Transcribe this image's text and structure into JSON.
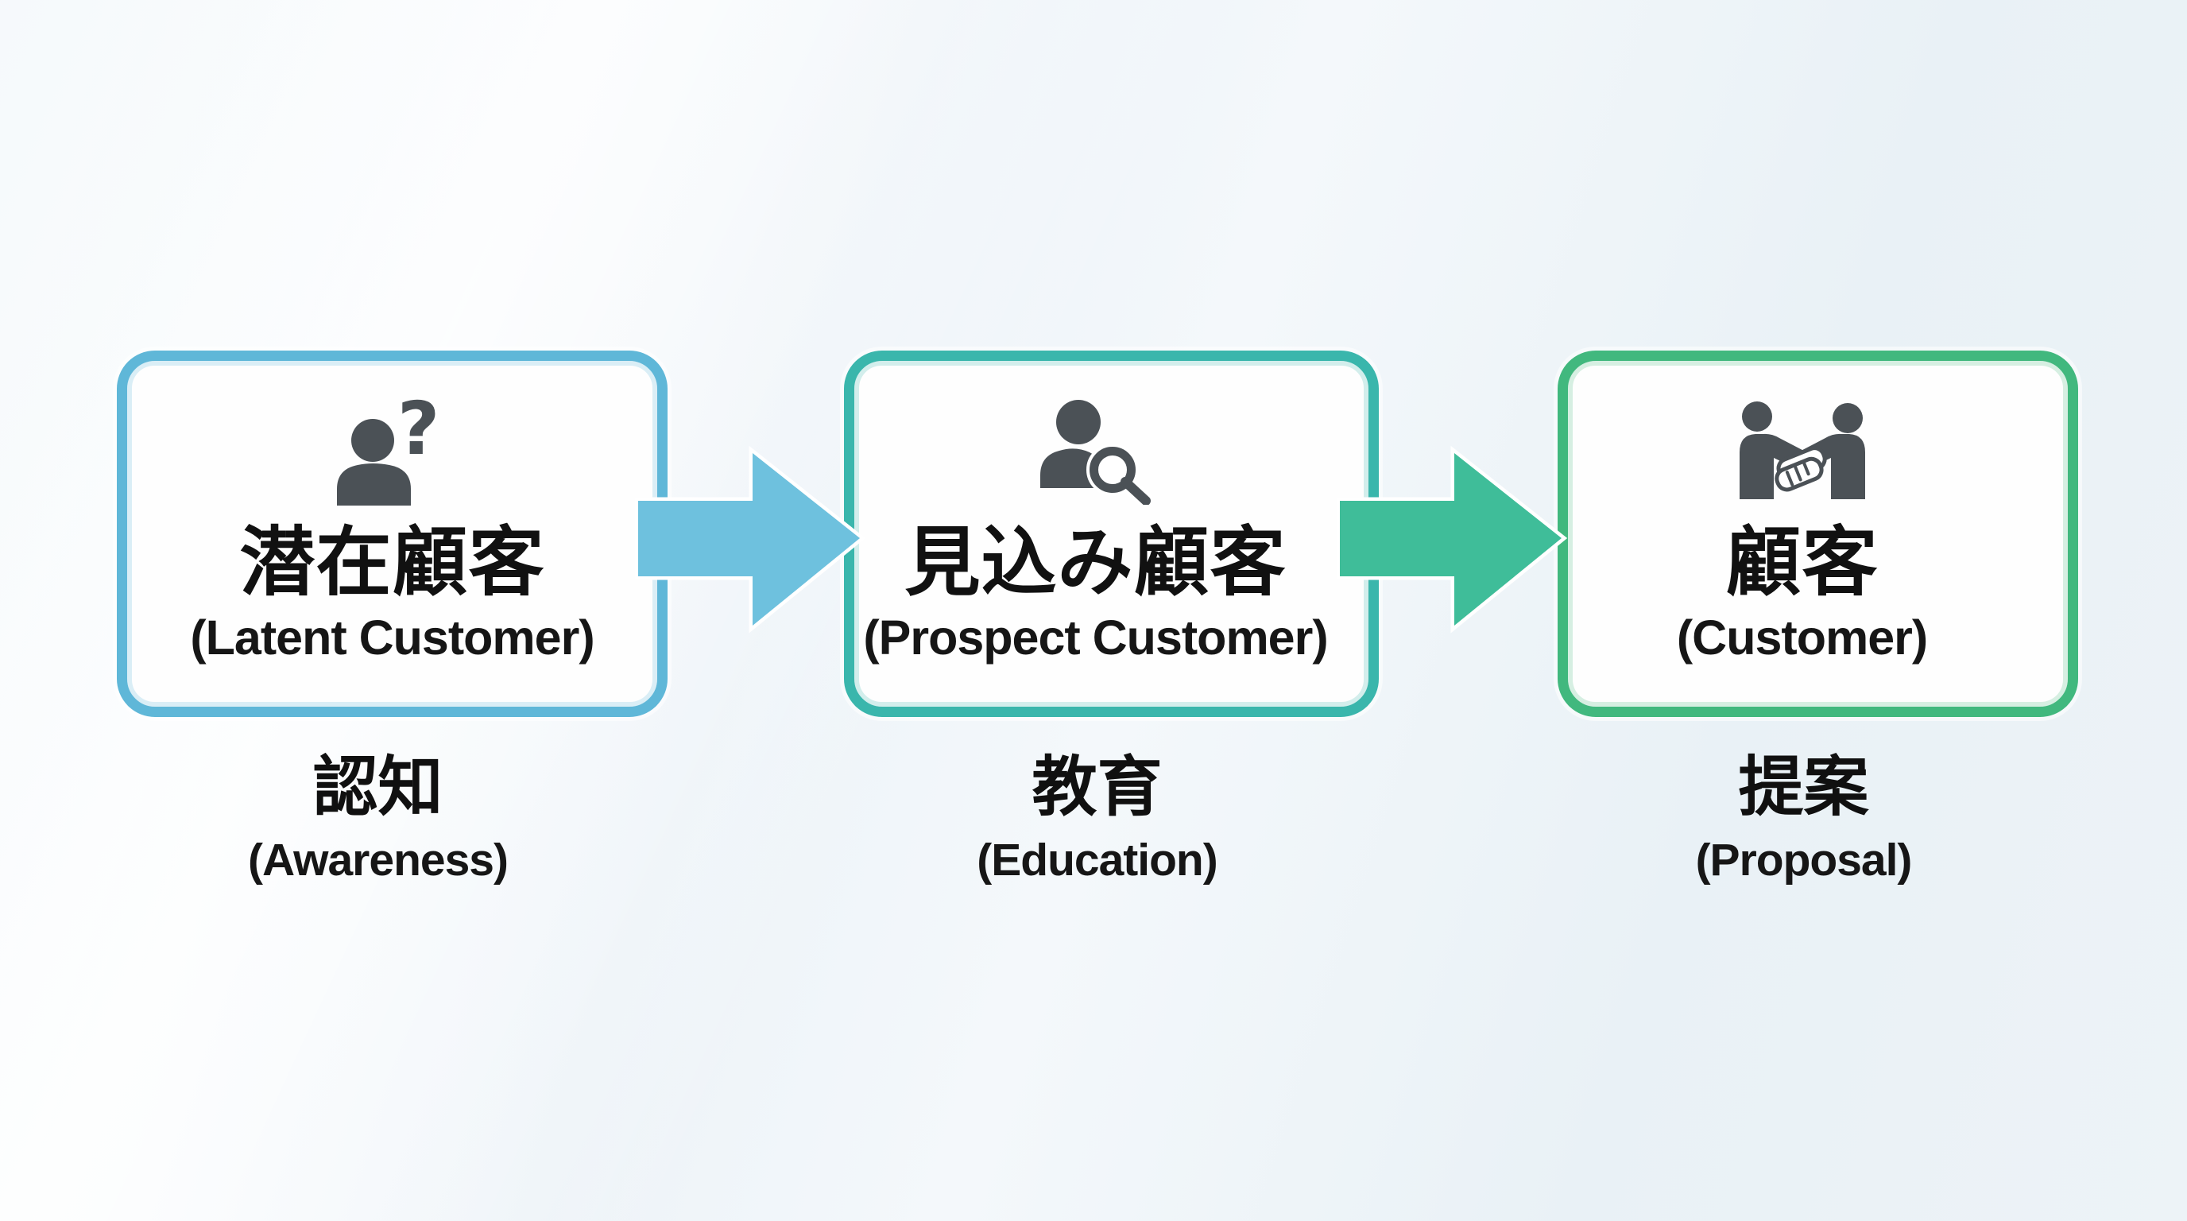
{
  "diagram": {
    "stages": [
      {
        "id": "latent-customer",
        "title_ja": "潜在顧客",
        "title_en": "(Latent Customer)",
        "phase_ja": "認知",
        "phase_en": "(Awareness)",
        "accent_color": "#5fb7d8",
        "icon": "person-question-icon",
        "icon_glyph": "?"
      },
      {
        "id": "prospect-customer",
        "title_ja": "見込み顧客",
        "title_en": "(Prospect Customer)",
        "phase_ja": "教育",
        "phase_en": "(Education)",
        "accent_color": "#3ab6ac",
        "icon": "person-search-icon"
      },
      {
        "id": "customer",
        "title_ja": "顧客",
        "title_en": "(Customer)",
        "phase_ja": "提案",
        "phase_en": "(Proposal)",
        "accent_color": "#41b87e",
        "icon": "handshake-icon"
      }
    ],
    "arrows": [
      {
        "id": "arrow-awareness-to-education",
        "color": "#6ec1de"
      },
      {
        "id": "arrow-education-to-proposal",
        "color": "#3fbd99"
      }
    ],
    "icon_color": "#4b5156",
    "text_color": "#111111",
    "box_fill": "#fefefe"
  }
}
